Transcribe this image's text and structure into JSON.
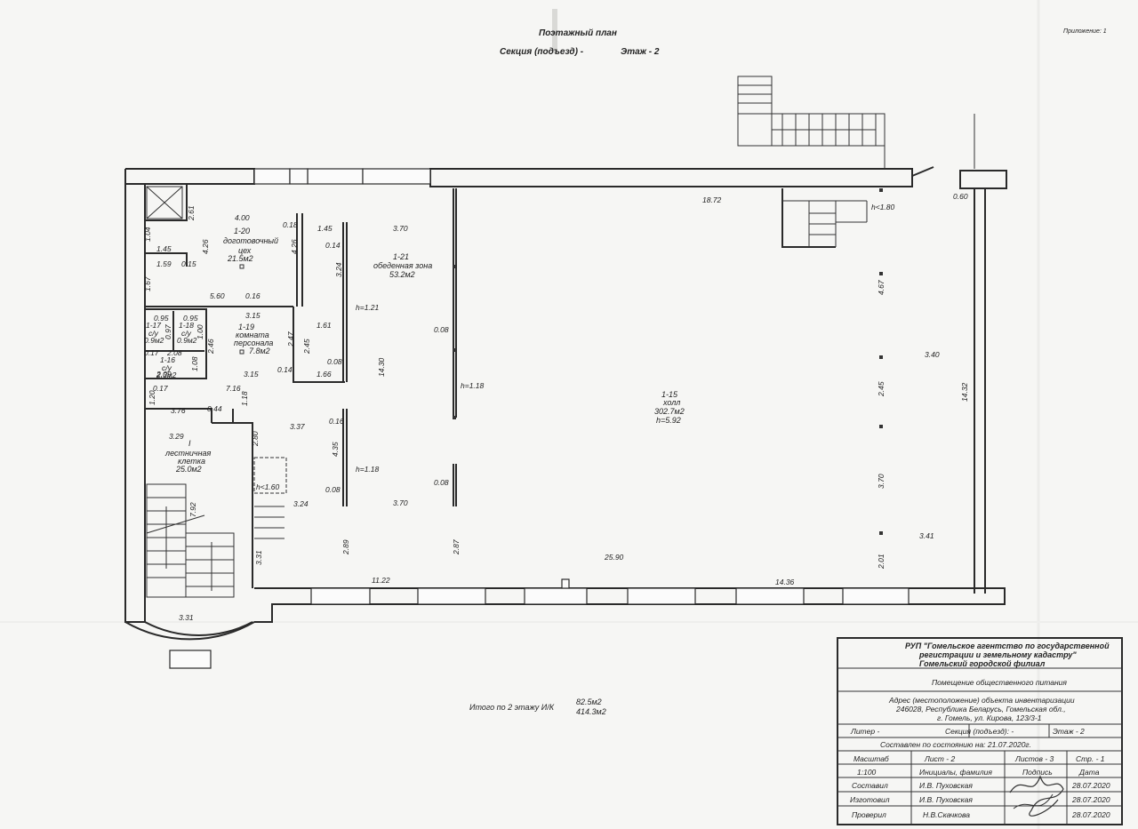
{
  "header": {
    "title": "Поэтажный план",
    "section_label": "Секция (подъезд) -",
    "floor_label": "Этаж - 2",
    "attachment": "Приложение: 1"
  },
  "rooms": {
    "r120": {
      "id": "1-20",
      "name": "доготовочный",
      "name2": "цех",
      "area": "21.5м2"
    },
    "r121": {
      "id": "1-21",
      "name": "обеденная зона",
      "area": "53.2м2"
    },
    "r119": {
      "id": "1-19",
      "name": "комната",
      "name2": "персонала",
      "area": "7.8м2"
    },
    "r117": {
      "id": "1-17",
      "name": "с/у",
      "area": "0.9м2"
    },
    "r118": {
      "id": "1-18",
      "name": "с/у",
      "area": "0.9м2"
    },
    "r116": {
      "id": "1-16",
      "name": "с/у",
      "area": "2.3м2"
    },
    "r115": {
      "id": "1-15",
      "name": "холл",
      "area": "302.7м2",
      "height": "h=5.92"
    },
    "stair": {
      "id": "I",
      "name": "лестничная",
      "name2": "клетка",
      "area": "25.0м2"
    }
  },
  "dimensions": {
    "d1": "18.72",
    "d2": "0.60",
    "d3": "h<1.80",
    "d4": "4.00",
    "d5": "2.61",
    "d6": "1.04",
    "d7": "1.45",
    "d8": "4.26",
    "d9": "0.18",
    "d10": "4.26",
    "d11": "1.45",
    "d12": "3.70",
    "d13": "0.14",
    "d14": "3.24",
    "d15": "1.59",
    "d16": "0.15",
    "d17": "1.67",
    "d18": "5.60",
    "d19": "0.16",
    "d20": "4.67",
    "d21": "h=1.21",
    "d22": "3.15",
    "d23": "0.95",
    "d24": "0.95",
    "d25": "0.97",
    "d26": "1.00",
    "d27": "2.47",
    "d28": "2.45",
    "d29": "1.61",
    "d30": "0.08",
    "d31": "0.17",
    "d32": "2.08",
    "d33": "2.46",
    "d34": "1.08",
    "d35": "0.08",
    "d36": "3.40",
    "d37": "14.30",
    "d38": "2.09",
    "d39": "3.15",
    "d40": "0.14",
    "d41": "1.66",
    "d42": "h=1.18",
    "d43": "14.32",
    "d44": "0.17",
    "d45": "7.16",
    "d46": "1.18",
    "d47": "1.20",
    "d48": "2.45",
    "d49": "3.76",
    "d50": "0.44",
    "d51": "3.37",
    "d52": "0.16",
    "d53": "3.29",
    "d54": "2.80",
    "d55": "4.35",
    "d56": "h=1.18",
    "d57": "h<1.60",
    "d58": "0.08",
    "d59": "0.08",
    "d60": "3.24",
    "d61": "3.70",
    "d62": "3.70",
    "d63": "7.92",
    "d64": "3.41",
    "d65": "3.31",
    "d66": "2.89",
    "d67": "2.87",
    "d68": "25.90",
    "d69": "2.01",
    "d70": "11.22",
    "d71": "14.36",
    "d72": "3.31"
  },
  "totals": {
    "label": "Итого по 2 этажу И/К",
    "value1": "82.5м2",
    "value2": "414.3м2"
  },
  "stamp": {
    "org1": "РУП \"Гомельское агентство по государственной",
    "org2": "регистрации и земельному кадастру\"",
    "org3": "Гомельский городской филиал",
    "purpose": "Помещение общественного питания",
    "addr1": "Адрес (местоположение) объекта инвентаризации",
    "addr2": "246028, Республика Беларусь, Гомельская обл.,",
    "addr3": "г. Гомель, ул. Кирова, 123/3-1",
    "liter": "Литер -",
    "section": "Секция (подъезд): -",
    "floor": "Этаж - 2",
    "as_of": "Составлен по состоянию на: 21.07.2020г.",
    "scale_h": "Масштаб",
    "sheet_h": "Лист - 2",
    "sheets_h": "Листов - 3",
    "page_h": "Стр. - 1",
    "scale_v": "1:100",
    "names_h": "Инициалы, фамилия",
    "sign_h": "Подпись",
    "date_h": "Дата",
    "rows": [
      {
        "role": "Составил",
        "name": "И.В. Пуховская",
        "date": "28.07.2020"
      },
      {
        "role": "Изготовил",
        "name": "И.В. Пуховская",
        "date": "28.07.2020"
      },
      {
        "role": "Проверил",
        "name": "Н.В.Скачкова",
        "date": "28.07.2020"
      }
    ]
  }
}
